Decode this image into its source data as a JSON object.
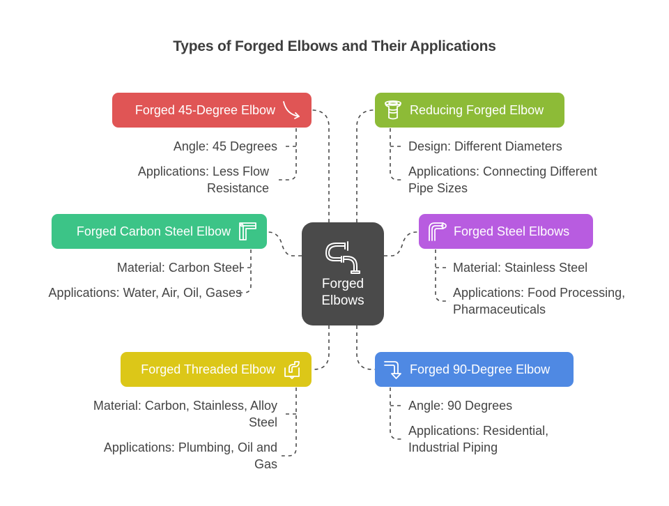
{
  "title": "Types of Forged Elbows and Their Applications",
  "colors": {
    "red": "#e05555",
    "green_lime": "#8dbb37",
    "green": "#3cc487",
    "purple": "#b85ce0",
    "yellow": "#dcc718",
    "blue": "#4f89e3",
    "center": "#4a4a4a",
    "connector": "#4a4a4a"
  },
  "center": {
    "label_line1": "Forged",
    "label_line2": "Elbows",
    "icon": "pipe-elbows-icon"
  },
  "branches": [
    {
      "id": "forged-45-degree",
      "label": "Forged 45-Degree Elbow",
      "icon": "curved-arrow-icon",
      "color": "#e05555",
      "details": [
        {
          "lines": [
            "Angle: 45 Degrees"
          ]
        },
        {
          "lines": [
            "Applications: Less Flow",
            "Resistance"
          ]
        }
      ]
    },
    {
      "id": "reducing-forged",
      "label": "Reducing Forged Elbow",
      "icon": "reducer-pipe-icon",
      "color": "#8dbb37",
      "details": [
        {
          "lines": [
            "Design: Different Diameters"
          ]
        },
        {
          "lines": [
            "Applications: Connecting Different",
            "Pipe Sizes"
          ]
        }
      ]
    },
    {
      "id": "forged-carbon-steel",
      "label": "Forged Carbon Steel Elbow",
      "icon": "pipe-corner-icon",
      "color": "#3cc487",
      "details": [
        {
          "lines": [
            "Material: Carbon Steel"
          ]
        },
        {
          "lines": [
            "Applications: Water, Air, Oil, Gases"
          ]
        }
      ]
    },
    {
      "id": "forged-steel",
      "label": "Forged Steel Elbows",
      "icon": "bent-pipe-icon",
      "color": "#b85ce0",
      "details": [
        {
          "lines": [
            "Material: Stainless Steel"
          ]
        },
        {
          "lines": [
            "Applications: Food Processing,",
            "Pharmaceuticals"
          ]
        }
      ]
    },
    {
      "id": "forged-threaded",
      "label": "Forged Threaded Elbow",
      "icon": "threaded-pipe-icon",
      "color": "#dcc718",
      "details": [
        {
          "lines": [
            "Material: Carbon, Stainless, Alloy",
            "Steel"
          ]
        },
        {
          "lines": [
            "Applications: Plumbing, Oil and",
            "Gas"
          ]
        }
      ]
    },
    {
      "id": "forged-90-degree",
      "label": "Forged 90-Degree Elbow",
      "icon": "turn-down-arrow-icon",
      "color": "#4f89e3",
      "details": [
        {
          "lines": [
            "Angle: 90 Degrees"
          ]
        },
        {
          "lines": [
            "Applications: Residential,",
            "Industrial Piping"
          ]
        }
      ]
    }
  ]
}
